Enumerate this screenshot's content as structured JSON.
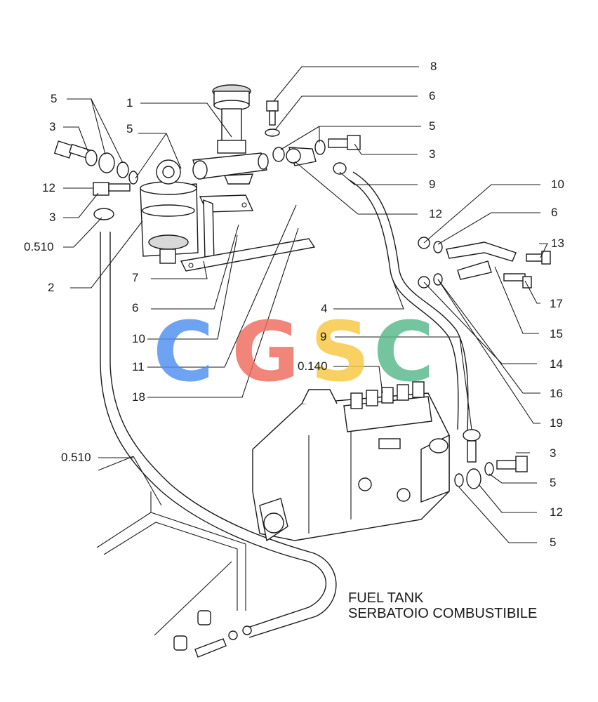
{
  "caption": {
    "line1": "FUEL TANK",
    "line2": "SERBATOIO COMBUSTIBILE"
  },
  "callouts": [
    {
      "id": "c1",
      "text": "1"
    },
    {
      "id": "c2",
      "text": "2"
    },
    {
      "id": "c3a",
      "text": "3"
    },
    {
      "id": "c3b",
      "text": "3"
    },
    {
      "id": "c3c",
      "text": "3"
    },
    {
      "id": "c3d",
      "text": "3"
    },
    {
      "id": "c4",
      "text": "4"
    },
    {
      "id": "c5a",
      "text": "5"
    },
    {
      "id": "c5b",
      "text": "5"
    },
    {
      "id": "c5c",
      "text": "5"
    },
    {
      "id": "c5d",
      "text": "5"
    },
    {
      "id": "c5e",
      "text": "5"
    },
    {
      "id": "c6a",
      "text": "6"
    },
    {
      "id": "c6b",
      "text": "6"
    },
    {
      "id": "c6c",
      "text": "6"
    },
    {
      "id": "c7",
      "text": "7"
    },
    {
      "id": "c8",
      "text": "8"
    },
    {
      "id": "c9a",
      "text": "9"
    },
    {
      "id": "c9b",
      "text": "9"
    },
    {
      "id": "c10a",
      "text": "10"
    },
    {
      "id": "c10b",
      "text": "10"
    },
    {
      "id": "c11",
      "text": "11"
    },
    {
      "id": "c12a",
      "text": "12"
    },
    {
      "id": "c12b",
      "text": "12"
    },
    {
      "id": "c12c",
      "text": "12"
    },
    {
      "id": "c13",
      "text": "13"
    },
    {
      "id": "c14",
      "text": "14"
    },
    {
      "id": "c15",
      "text": "15"
    },
    {
      "id": "c16",
      "text": "16"
    },
    {
      "id": "c17",
      "text": "17"
    },
    {
      "id": "c18",
      "text": "18"
    },
    {
      "id": "c19",
      "text": "19"
    },
    {
      "id": "c0510a",
      "text": "0.510"
    },
    {
      "id": "c0510b",
      "text": "0.510"
    },
    {
      "id": "c0140",
      "text": "0.140"
    }
  ],
  "watermark": {
    "text": "CGSC",
    "letters": [
      "C",
      "G",
      "S",
      "C"
    ],
    "colors": [
      "#4f8ff2",
      "#ef6b5e",
      "#f7c740",
      "#56b98a"
    ]
  }
}
